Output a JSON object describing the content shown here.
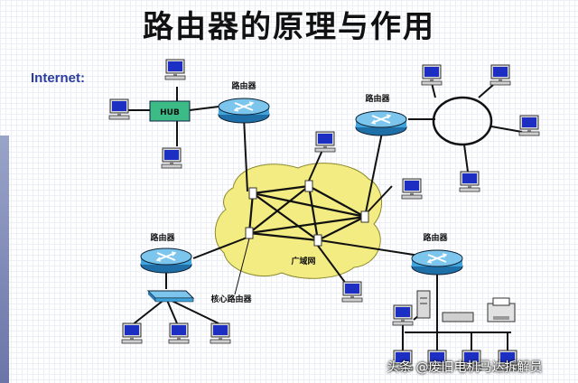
{
  "title": "路由器的原理与作用",
  "internet_label": "Internet:",
  "watermark": "头条 @废旧电机马达拆解员",
  "labels": {
    "router": "路由器",
    "hub": "HUB",
    "wan": "广域网",
    "core_router": "核心路由器"
  },
  "colors": {
    "router_body": "#3fa3dc",
    "hub_fill": "#3dbb86",
    "wan_fill": "#f3ec82",
    "title": "#111111",
    "internet_label": "#2b3c9e"
  }
}
